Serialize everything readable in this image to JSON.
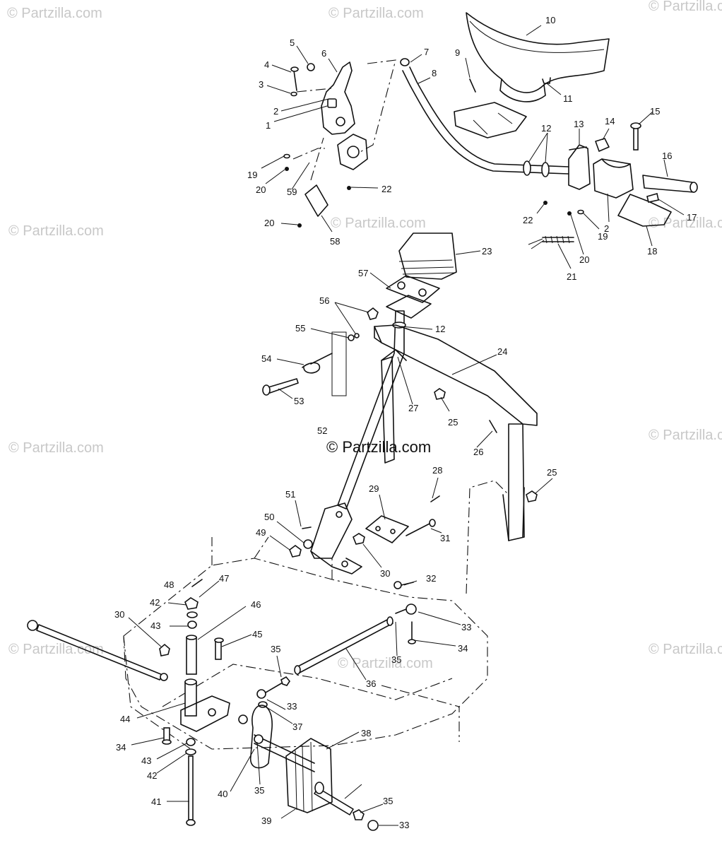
{
  "watermarks": [
    "© Partzilla.com",
    "© Partzilla.com",
    "© Partzilla.com",
    "© Partzilla.com",
    "© Partzilla.com",
    "© Partzilla.com",
    "© Partzilla.com",
    "© Partzilla.com",
    "© Partzilla.com",
    "© Partzilla.com",
    "© Partzilla.com"
  ],
  "center_watermark": "© Partzilla.com",
  "callouts": [
    "10",
    "9",
    "11",
    "7",
    "8",
    "5",
    "6",
    "4",
    "3",
    "2",
    "1",
    "19",
    "20",
    "59",
    "22",
    "20",
    "58",
    "12",
    "13",
    "14",
    "15",
    "16",
    "22",
    "17",
    "2",
    "19",
    "20",
    "18",
    "21",
    "23",
    "57",
    "56",
    "12",
    "55",
    "54",
    "53",
    "24",
    "27",
    "25",
    "26",
    "52",
    "28",
    "29",
    "25",
    "51",
    "50",
    "49",
    "31",
    "30",
    "48",
    "47",
    "32",
    "42",
    "46",
    "33",
    "43",
    "30",
    "45",
    "34",
    "35",
    "35",
    "36",
    "44",
    "33",
    "37",
    "34",
    "43",
    "42",
    "40",
    "35",
    "38",
    "35",
    "41",
    "39",
    "33"
  ]
}
